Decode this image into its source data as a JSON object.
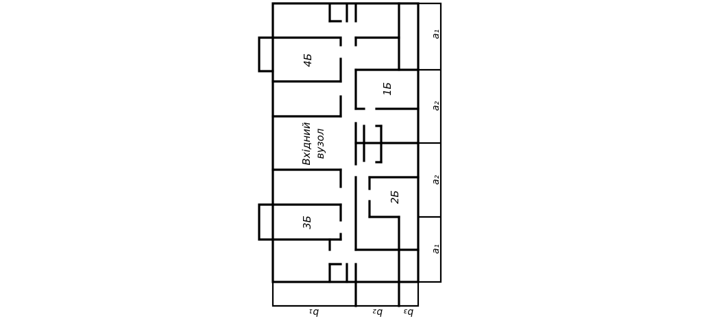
{
  "rooms": {
    "room_4b": "4Б",
    "room_1b": "1Б",
    "room_2b": "2Б",
    "room_3b": "3Б",
    "entry_line1": "Вхідний",
    "entry_line2": "вузол"
  },
  "dimensions": {
    "right": [
      "a₁",
      "a₂",
      "a₂",
      "a₁"
    ],
    "bottom": [
      "b₁",
      "b₂",
      "b₃"
    ]
  }
}
